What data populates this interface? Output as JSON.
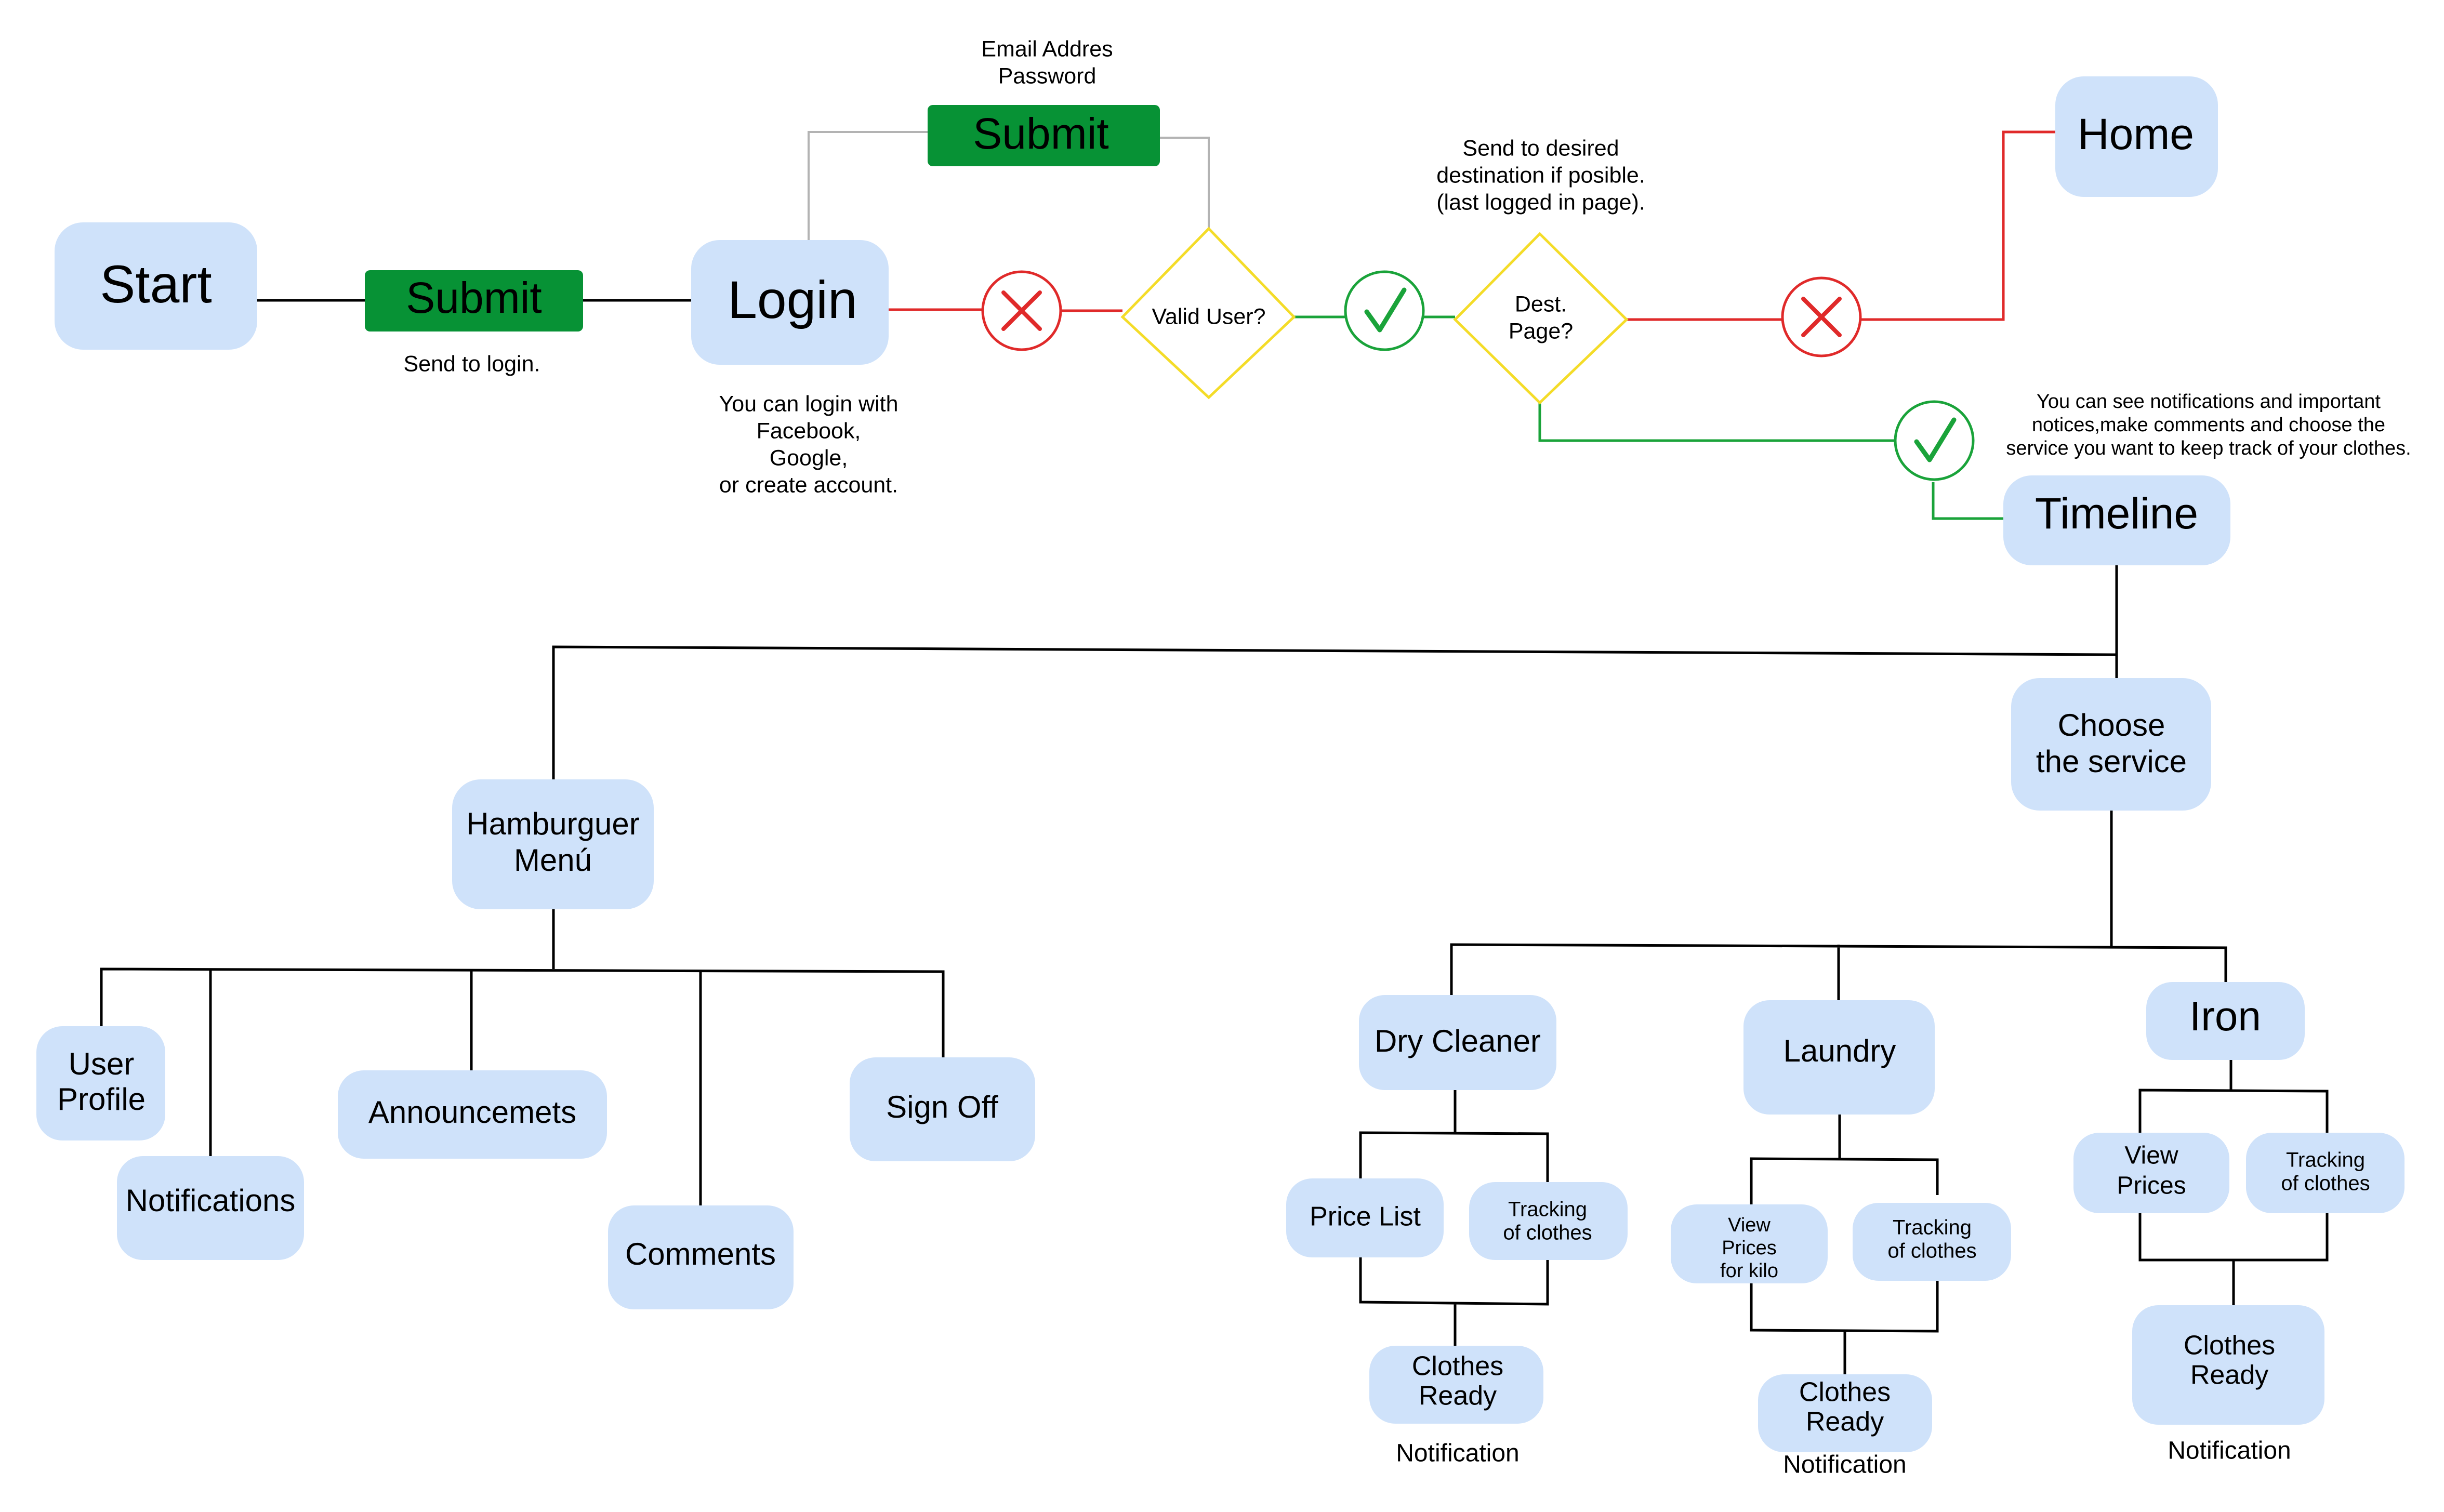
{
  "colors": {
    "node_fill": "#cfe2fa",
    "submit_fill": "#079235",
    "decision_stroke": "#f4dc28",
    "no_path": "#e02a2a",
    "yes_path": "#1aa33a",
    "connector": "#000000"
  },
  "nodes": {
    "start": "Start",
    "submit_1": "Submit",
    "login": "Login",
    "submit_2": "Submit",
    "valid_user": "Valid User?",
    "dest_page": [
      "Dest.",
      "Page?"
    ],
    "home": "Home",
    "timeline": "Timeline",
    "hamburger_menu": [
      "Hamburguer",
      "Menú"
    ],
    "choose_service": [
      "Choose",
      "the service"
    ],
    "user_profile": [
      "User",
      "Profile"
    ],
    "notifications": "Notifications",
    "announcements": "Announcemets",
    "comments": "Comments",
    "sign_off": "Sign Off",
    "dry_cleaner": "Dry Cleaner",
    "laundry": "Laundry",
    "iron": "Iron",
    "price_list": "Price List",
    "dry_tracking": [
      "Tracking",
      "of clothes"
    ],
    "dry_ready": [
      "Clothes",
      "Ready"
    ],
    "laundry_view_prices": [
      "View",
      "Prices",
      "for kilo"
    ],
    "laundry_tracking": [
      "Tracking",
      "of clothes"
    ],
    "laundry_ready": [
      "Clothes",
      "Ready"
    ],
    "iron_view_prices": [
      "View",
      "Prices"
    ],
    "iron_tracking": [
      "Tracking",
      "of clothes"
    ],
    "iron_ready": [
      "Clothes",
      "Ready"
    ]
  },
  "notes": {
    "send_to_login": "Send to login.",
    "credentials": [
      "Email Addres",
      "Password"
    ],
    "login_options": [
      "You can login with",
      "Facebook,",
      "Google,",
      "or create account."
    ],
    "send_to_destination": [
      "Send to desired",
      "destination if posible.",
      "(last logged in page)."
    ],
    "timeline_info": [
      "You can see notifications and important",
      "notices,make comments and choose the",
      "service you want to keep track of your clothes."
    ],
    "notification_dry": "Notification",
    "notification_laundry": "Notification",
    "notification_iron": "Notification"
  },
  "decision_marks": {
    "login_to_valid": "cross-icon",
    "valid_to_dest": "check-icon",
    "dest_to_home": "cross-icon",
    "dest_to_timeline": "check-icon"
  }
}
